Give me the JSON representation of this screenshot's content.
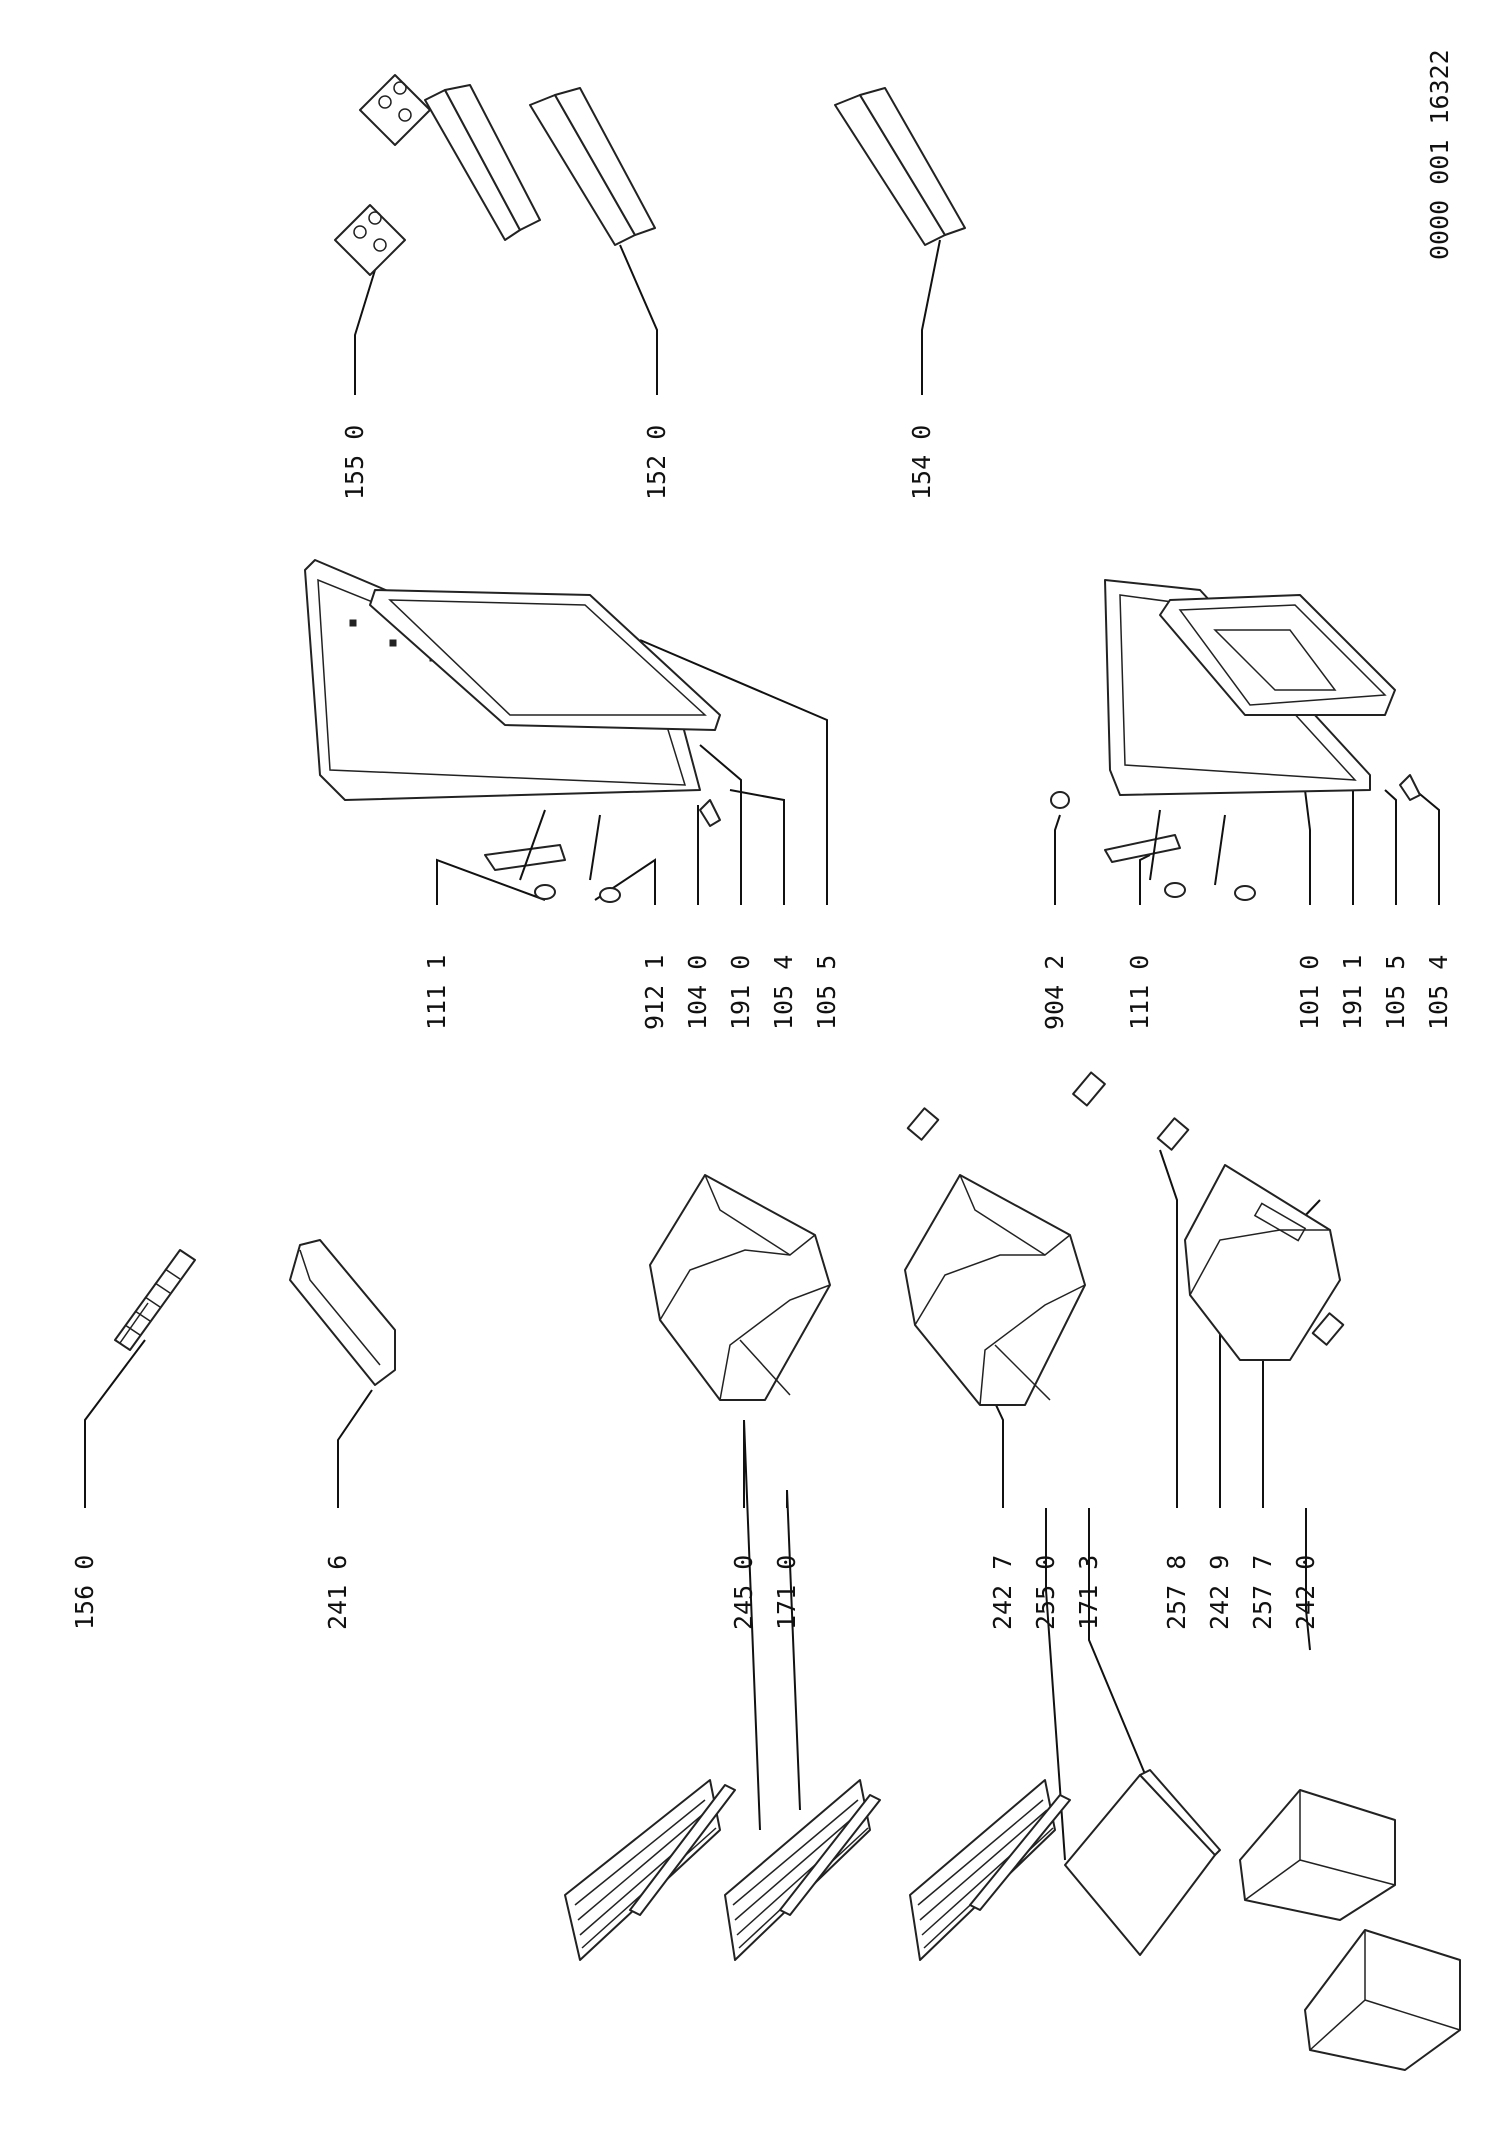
{
  "document_code": "0000 001 16322",
  "parts": [
    {
      "label": "156 0"
    },
    {
      "label": "241 6"
    },
    {
      "label": "245 0"
    },
    {
      "label": "171 0"
    },
    {
      "label": "242 7"
    },
    {
      "label": "255 0"
    },
    {
      "label": "171 3"
    },
    {
      "label": "257 8"
    },
    {
      "label": "242 9"
    },
    {
      "label": "257 7"
    },
    {
      "label": "242 0"
    },
    {
      "label": "111 1"
    },
    {
      "label": "912 1"
    },
    {
      "label": "104 0"
    },
    {
      "label": "191 0"
    },
    {
      "label": "105 4"
    },
    {
      "label": "105 5"
    },
    {
      "label": "904 2"
    },
    {
      "label": "111 0"
    },
    {
      "label": "101 0"
    },
    {
      "label": "191 1"
    },
    {
      "label": "105 5"
    },
    {
      "label": "105 4"
    },
    {
      "label": "155 0"
    },
    {
      "label": "152 0"
    },
    {
      "label": "154 0"
    }
  ]
}
